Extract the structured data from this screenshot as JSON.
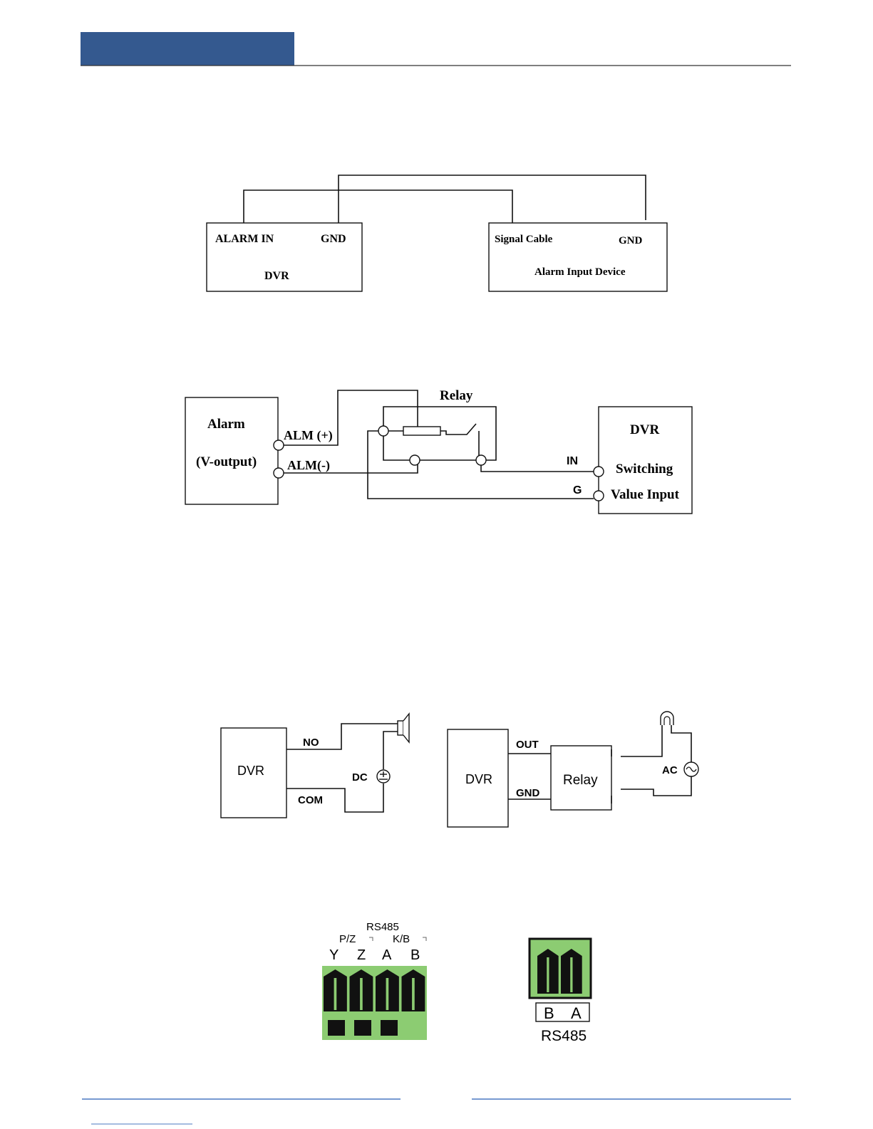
{
  "colors": {
    "header_band": "#34598f",
    "rule_blue": "#4a78c2",
    "terminal_green": "#8ccc72",
    "terminal_dark": "#111111"
  },
  "diagram1": {
    "dvr_alarm_in": "ALARM IN",
    "dvr_gnd": "GND",
    "dvr_label": "DVR",
    "device_signal": "Signal Cable",
    "device_gnd": "GND",
    "device_label": "Alarm Input Device"
  },
  "diagram2": {
    "relay_label": "Relay",
    "alarm_title": "Alarm",
    "alarm_sub": "(V-output)",
    "alm_plus": "ALM (+)",
    "alm_minus": "ALM(-)",
    "in_label": "IN",
    "g_label": "G",
    "dvr_title": "DVR",
    "dvr_switching": "Switching",
    "dvr_value_input": "Value Input"
  },
  "diagram3": {
    "dvr_label": "DVR",
    "no_label": "NO",
    "com_label": "COM",
    "dc_label": "DC"
  },
  "diagram4": {
    "dvr_label": "DVR",
    "out_label": "OUT",
    "gnd_label": "GND",
    "relay_label": "Relay",
    "ac_label": "AC"
  },
  "terminal1": {
    "rs485": "RS485",
    "pz": "P/Z",
    "kb": "K/B",
    "y": "Y",
    "z": "Z",
    "a": "A",
    "b": "B"
  },
  "terminal2": {
    "b": "B",
    "a": "A",
    "rs485": "RS485"
  }
}
